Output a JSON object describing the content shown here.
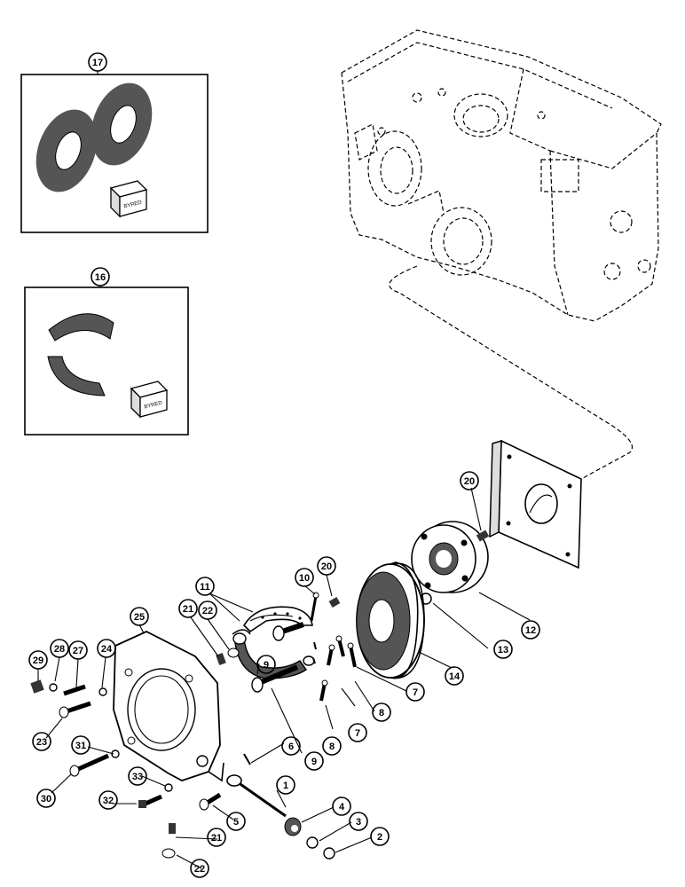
{
  "kit_boxes": {
    "friction_discs": {
      "label": "17",
      "packet_text": "BYRED"
    },
    "brake_linings": {
      "label": "16",
      "packet_text": "BYRED"
    }
  },
  "callouts": [
    {
      "id": "c1",
      "label": "1"
    },
    {
      "id": "c2",
      "label": "2"
    },
    {
      "id": "c3",
      "label": "3"
    },
    {
      "id": "c4",
      "label": "4"
    },
    {
      "id": "c5",
      "label": "5"
    },
    {
      "id": "c6",
      "label": "6"
    },
    {
      "id": "c7a",
      "label": "7"
    },
    {
      "id": "c7b",
      "label": "7"
    },
    {
      "id": "c8a",
      "label": "8"
    },
    {
      "id": "c8b",
      "label": "8"
    },
    {
      "id": "c9a",
      "label": "9"
    },
    {
      "id": "c9b",
      "label": "9"
    },
    {
      "id": "c10",
      "label": "10"
    },
    {
      "id": "c11",
      "label": "11"
    },
    {
      "id": "c12",
      "label": "12"
    },
    {
      "id": "c13",
      "label": "13"
    },
    {
      "id": "c14",
      "label": "14"
    },
    {
      "id": "c20a",
      "label": "20"
    },
    {
      "id": "c20b",
      "label": "20"
    },
    {
      "id": "c21a",
      "label": "21"
    },
    {
      "id": "c21b",
      "label": "21"
    },
    {
      "id": "c22a",
      "label": "22"
    },
    {
      "id": "c22b",
      "label": "22"
    },
    {
      "id": "c23",
      "label": "23"
    },
    {
      "id": "c24",
      "label": "24"
    },
    {
      "id": "c25",
      "label": "25"
    },
    {
      "id": "c27",
      "label": "27"
    },
    {
      "id": "c28",
      "label": "28"
    },
    {
      "id": "c29",
      "label": "29"
    },
    {
      "id": "c30",
      "label": "30"
    },
    {
      "id": "c31",
      "label": "31"
    },
    {
      "id": "c32",
      "label": "32"
    },
    {
      "id": "c33",
      "label": "33"
    }
  ]
}
